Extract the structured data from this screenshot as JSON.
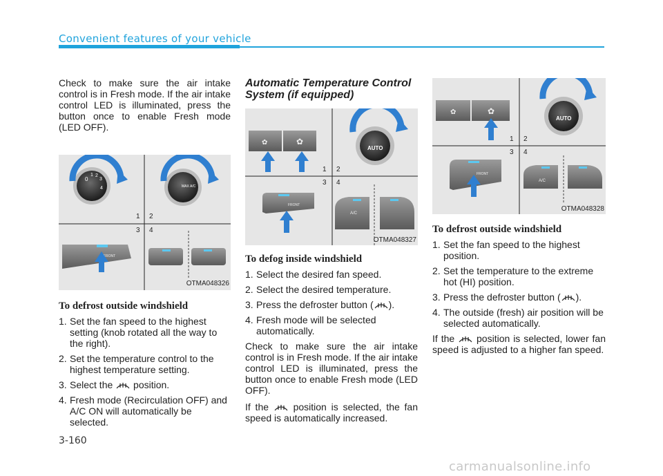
{
  "header": {
    "section_title": "Convenient features of your vehicle"
  },
  "left": {
    "intro": "Check to make sure the air intake control is in Fresh mode.  If the air intake control LED is illuminated, press the button once to enable Fresh mode (LED OFF).",
    "figure_code": "OTMA048326",
    "heading": "To defrost outside windshield",
    "steps": [
      {
        "num": "1.",
        "text": "Set the fan speed to the highest setting (knob rotated all the way to the right)."
      },
      {
        "num": "2.",
        "text": "Set the temperature control to the highest temperature setting."
      },
      {
        "num": "3.",
        "before": "Select the",
        "after": "position."
      },
      {
        "num": "4.",
        "text": "Fresh mode (Recirculation OFF) and A/C ON will automatically be selected."
      }
    ]
  },
  "middle": {
    "section_heading": "Automatic Temperature Control System (if equipped)",
    "figure_code": "OTMA048327",
    "heading": "To defog inside windshield",
    "steps": [
      {
        "num": "1.",
        "text": "Select the desired fan speed."
      },
      {
        "num": "2.",
        "text": "Select the desired temperature."
      },
      {
        "num": "3.",
        "before": "Press the defroster button (",
        "after": ")."
      },
      {
        "num": "4.",
        "text": "Fresh mode will be selected automatically."
      }
    ],
    "para1": "Check to make sure the air intake control is in Fresh mode. If the air intake control LED is illuminated, press the button once to enable Fresh mode (LED OFF).",
    "para2_before": "If the",
    "para2_after": "position is selected, the fan speed is automatically increased."
  },
  "right": {
    "figure_code": "OTMA048328",
    "heading": "To defrost outside windshield",
    "steps": [
      {
        "num": "1.",
        "text": "Set the fan speed to the highest position."
      },
      {
        "num": "2.",
        "text": "Set the temperature to the extreme hot (HI) position."
      },
      {
        "num": "3.",
        "before": "Press the defroster button (",
        "after": ")."
      },
      {
        "num": "4.",
        "text": "The outside (fresh) air position will be selected automatically."
      }
    ],
    "para_before": "If the",
    "para_after": "position is selected, lower fan speed is adjusted to a higher fan speed."
  },
  "figure_labels": {
    "quad_1": "1",
    "quad_2": "2",
    "quad_3": "3",
    "quad_4": "4",
    "knob_auto": "AUTO",
    "btn_front": "FRONT",
    "btn_ac": "A/C",
    "knob_maxac": "MAX A/C",
    "dial_0": "0",
    "dial_1": "1",
    "dial_2": "2",
    "dial_3": "3",
    "dial_4": "4"
  },
  "page": {
    "number": "3-160",
    "watermark": "carmanualsonline.info"
  },
  "colors": {
    "accent": "#1fa3dc",
    "arrow": "#2f7fd0",
    "figure_bg": "#e6e6e6",
    "led": "#5cc8f0"
  },
  "icons": {
    "defroster": "front-defroster-icon",
    "fan": "fan-icon",
    "arrow": "blue-arrow-icon"
  }
}
